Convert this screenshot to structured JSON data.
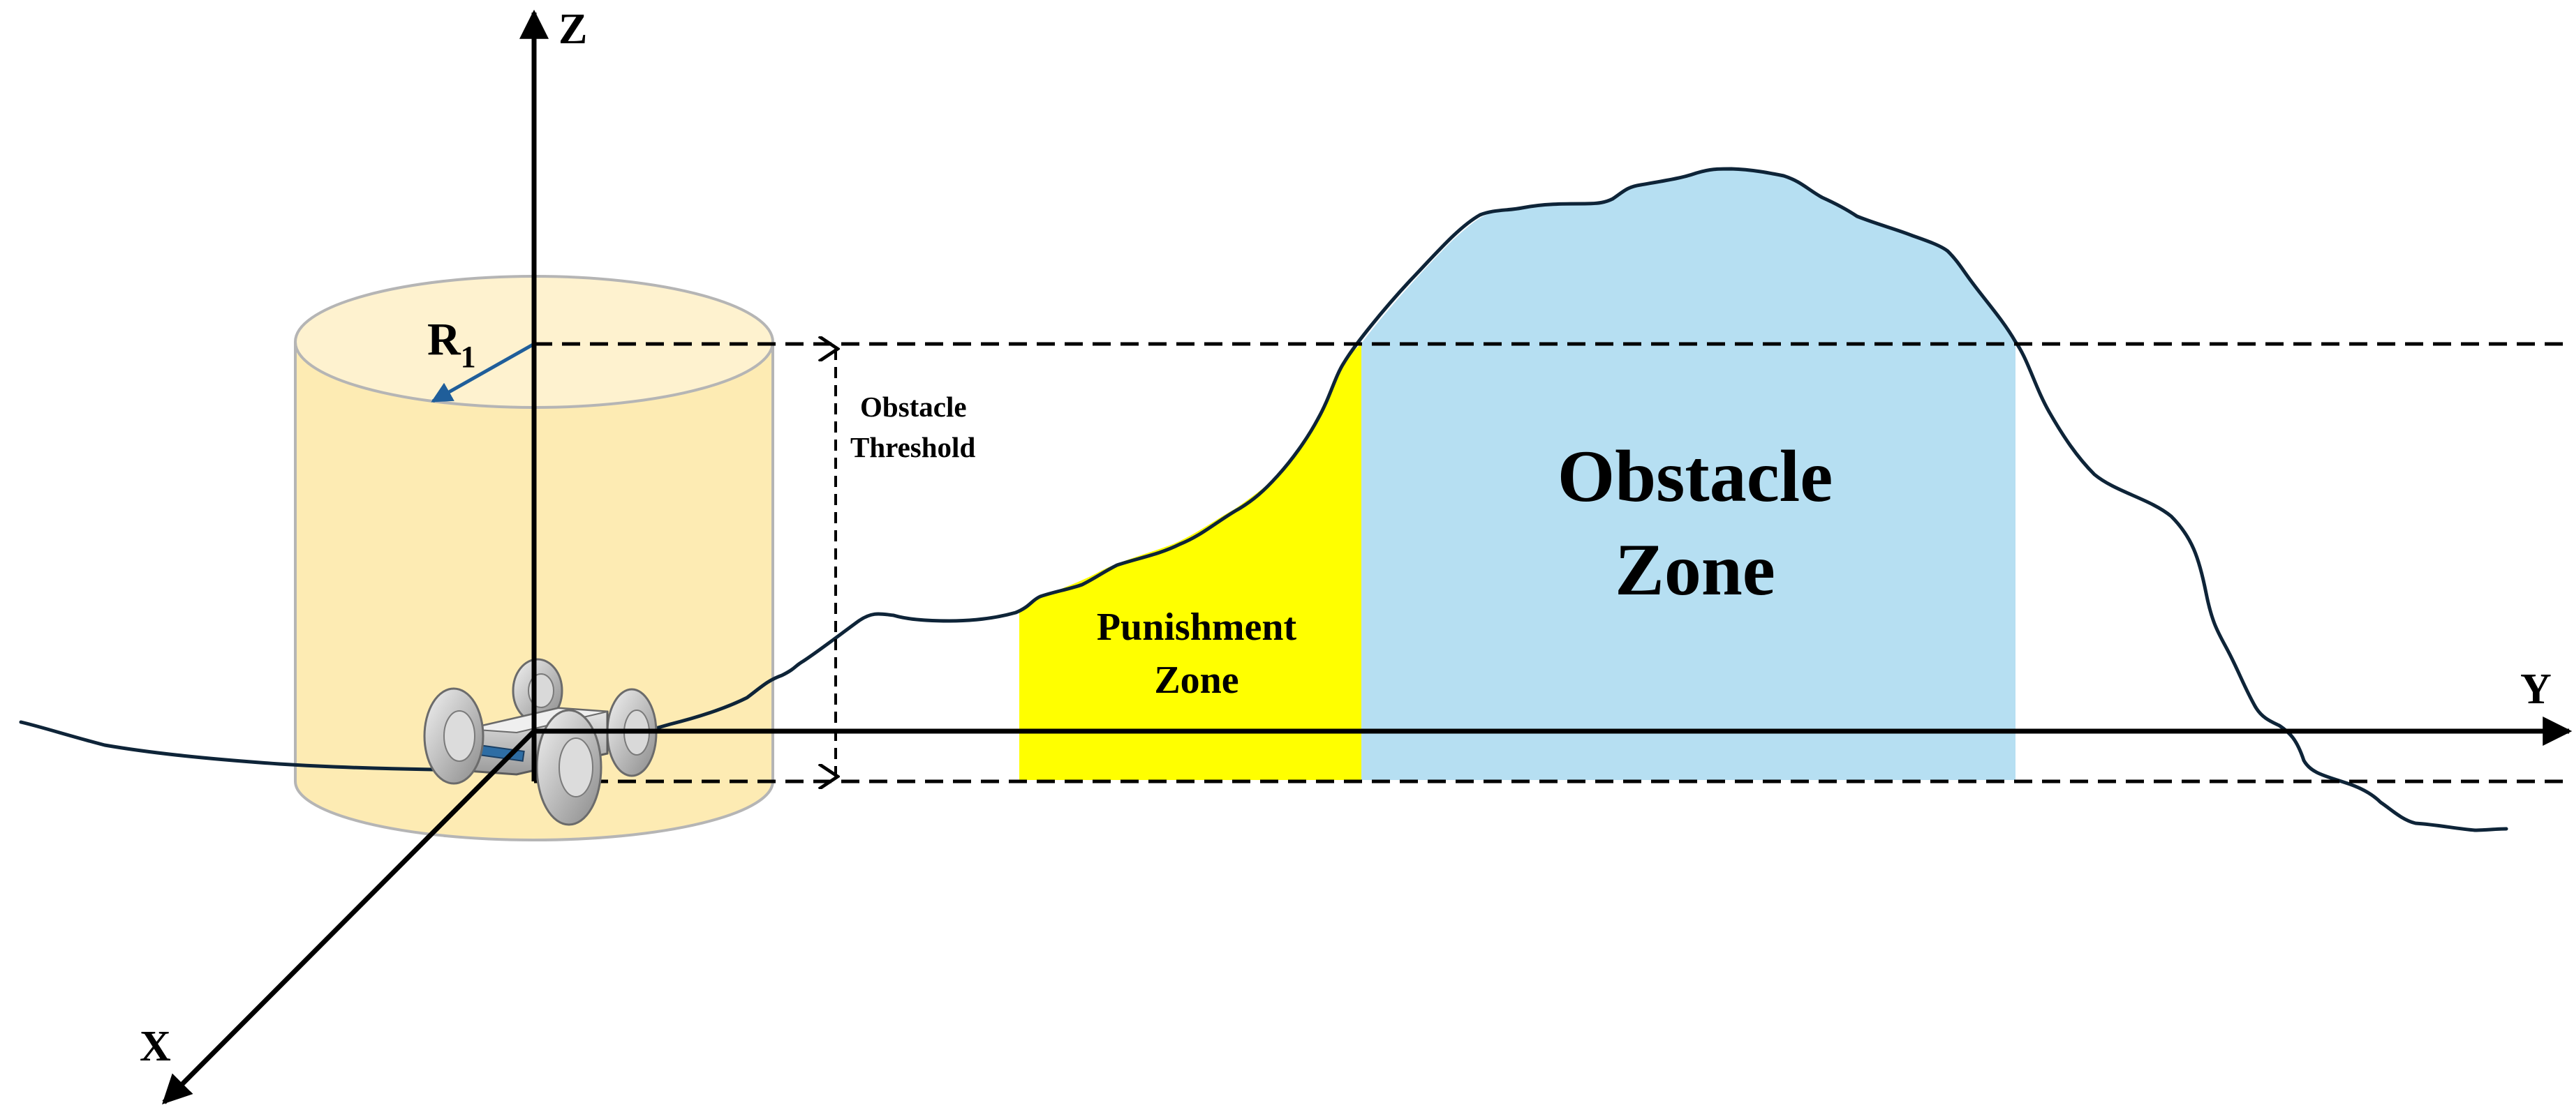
{
  "axes": {
    "z_label": "Z",
    "y_label": "Y",
    "x_label": "X"
  },
  "radius": {
    "label_main": "R",
    "label_sub": "1"
  },
  "threshold": {
    "line1": "Obstacle",
    "line2": "Threshold"
  },
  "punishment_zone": {
    "line1": "Punishment",
    "line2": "Zone"
  },
  "obstacle_zone": {
    "line1": "Obstacle",
    "line2": "Zone"
  },
  "colors": {
    "cylinder_fill": "#FDEBB3",
    "cylinder_stroke": "#B5B5B5",
    "punishment_zone": "#FFFF00",
    "obstacle_zone": "#B6DFF2",
    "terrain_line": "#0E2438",
    "radius_arrow": "#1F5E9A",
    "axis": "#000000"
  }
}
